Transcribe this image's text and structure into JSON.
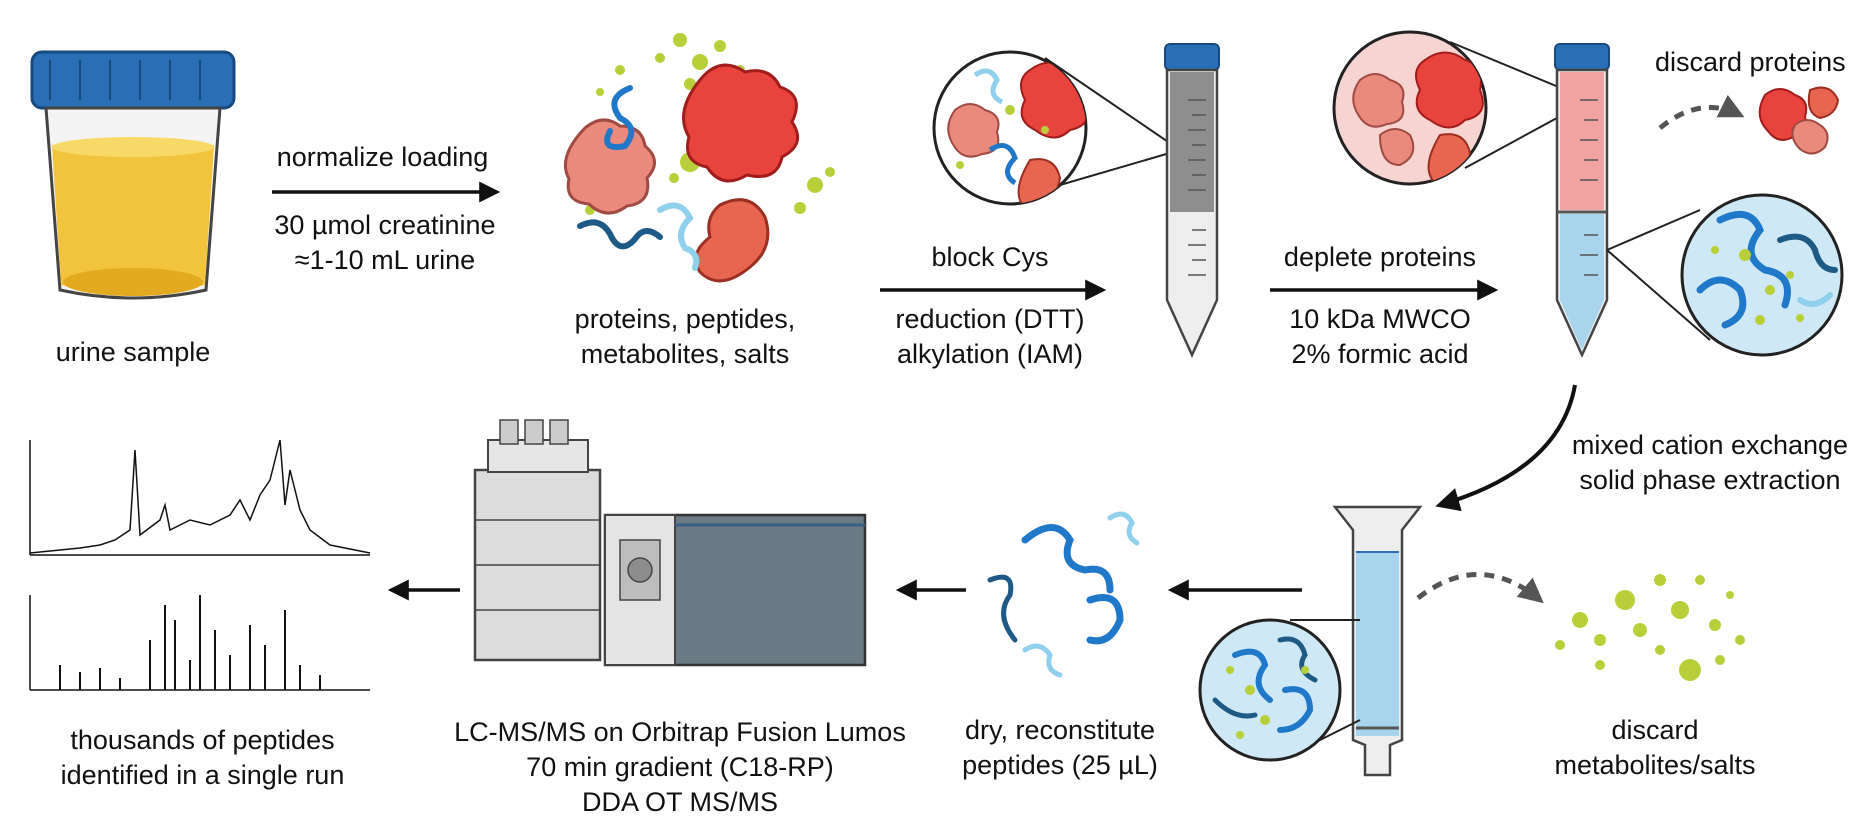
{
  "labels": {
    "urine_sample": "urine sample",
    "normalize_title": "normalize loading",
    "normalize_line1": "30 µmol creatinine",
    "normalize_line2": "≈1-10 mL urine",
    "mixture_line1": "proteins, peptides,",
    "mixture_line2": "metabolites, salts",
    "block_title": "block Cys",
    "block_line1": "reduction (DTT)",
    "block_line2": "alkylation (IAM)",
    "deplete_title": "deplete proteins",
    "deplete_line1": "10 kDa MWCO",
    "deplete_line2": "2% formic acid",
    "discard_proteins": "discard proteins",
    "spe_line1": "mixed cation exchange",
    "spe_line2": "solid phase extraction",
    "discard_metab_line1": "discard",
    "discard_metab_line2": "metabolites/salts",
    "dry_line1": "dry, reconstitute",
    "dry_line2": "peptides (25 µL)",
    "lcms_line1": "LC-MS/MS on Orbitrap Fusion Lumos",
    "lcms_line2": "70 min gradient (C18-RP)",
    "lcms_line3": "DDA OT MS/MS",
    "result_line1": "thousands of peptides",
    "result_line2": "identified in a single run"
  },
  "colors": {
    "cap_blue": "#2a6fb5",
    "urine_yellow": "#f2c33c",
    "protein_red": "#e8433d",
    "protein_salmon": "#e98a7d",
    "peptide_blue": "#1f78c8",
    "peptide_dark": "#1d5a86",
    "peptide_light": "#8fd0ec",
    "metabolite_green": "#b9cf3a",
    "tube_fluid_blue": "#a9d4ee",
    "tube_fluid_red": "#f0a3a0",
    "arrow": "#111111",
    "dashed_arrow": "#555555"
  }
}
